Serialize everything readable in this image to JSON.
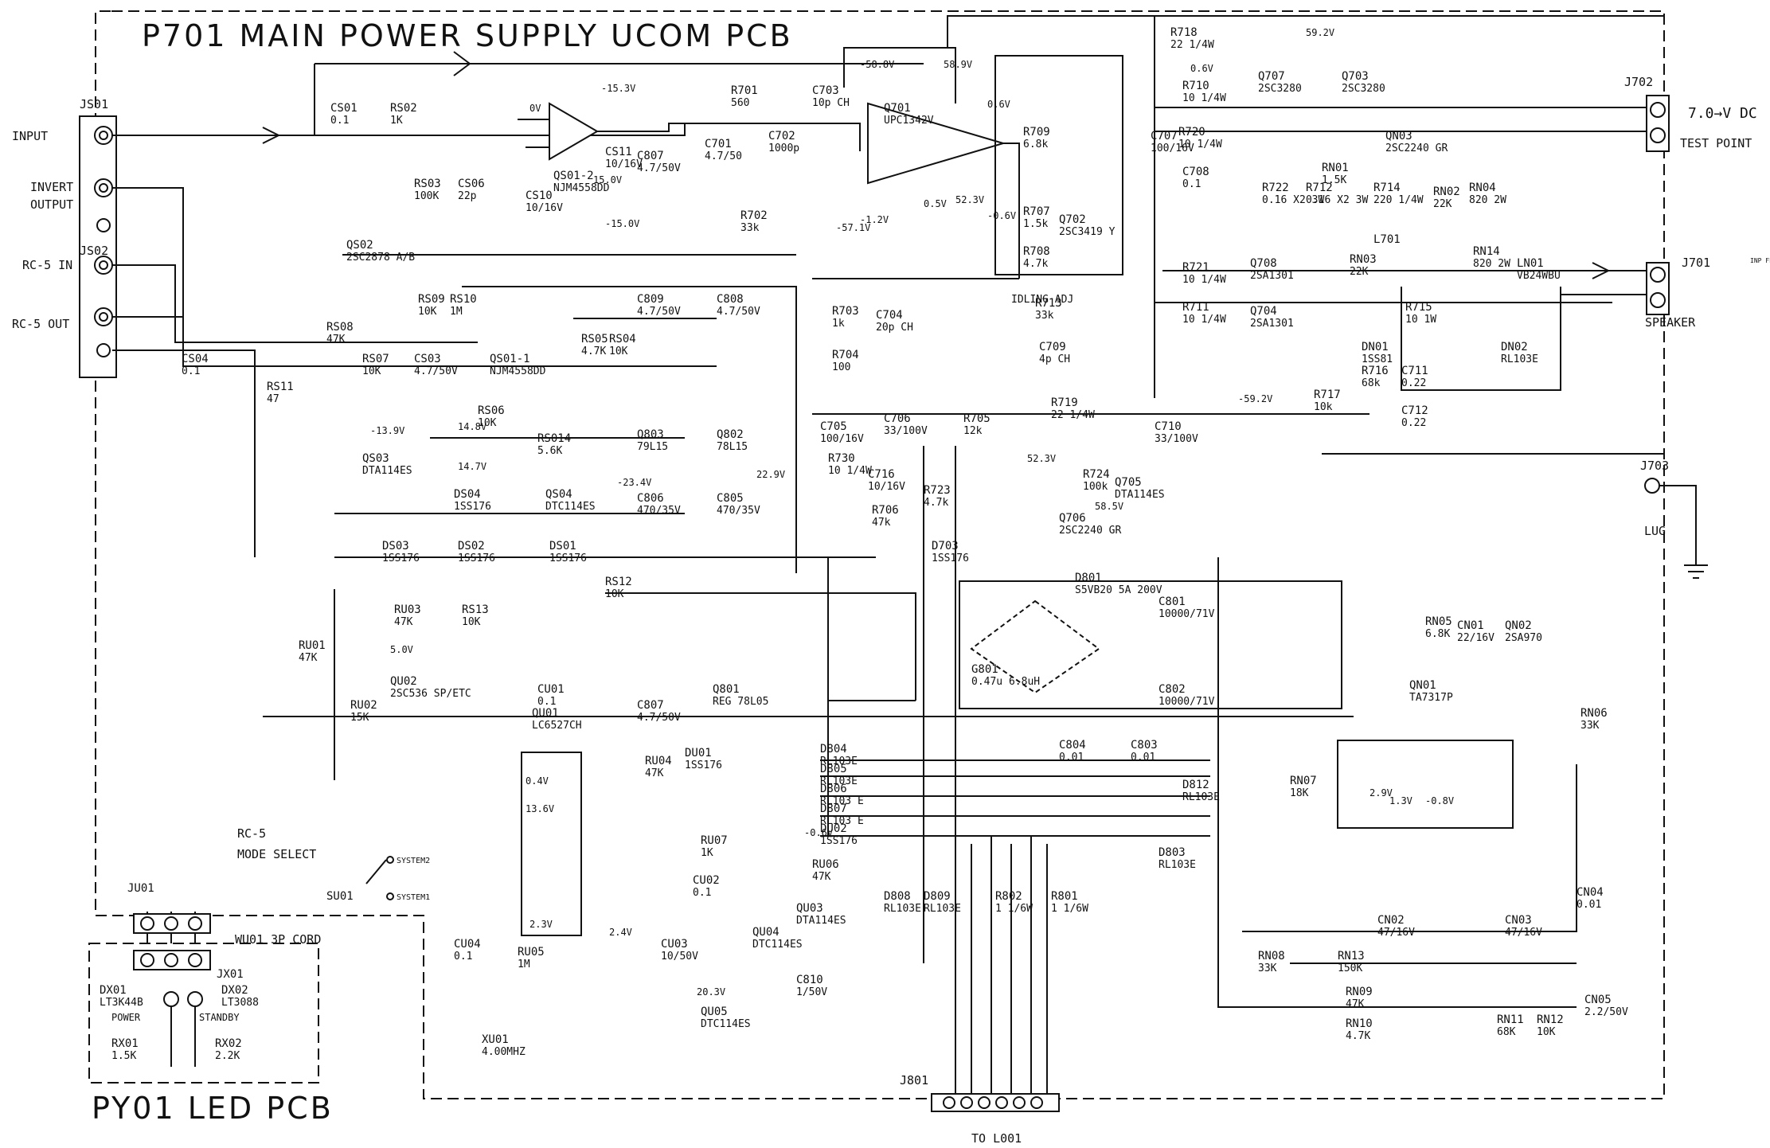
{
  "title_main": "P701 MAIN POWER SUPPLY UCOM PCB",
  "title_led": "PY01 LED PCB",
  "connectors": {
    "js01": "JS01",
    "js02": "JS02",
    "j702": "J702",
    "j701": "J701",
    "j703": "J703",
    "j801": "J801",
    "ju01": "JU01",
    "jx01": "JX01",
    "wu01": "WU01 3P CORD",
    "to_l001": "TO  L001"
  },
  "io_labels": {
    "input": "INPUT",
    "invert": "INVERT",
    "output": "OUTPUT",
    "rc5_in": "RC-5 IN",
    "rc5_out": "RC-5 OUT",
    "dc": "7.0→V DC",
    "test_point": "TEST POINT",
    "speaker": "SPEAKER",
    "lug": "LUG",
    "inp_feed": "INP FEE",
    "rc5": "RC-5",
    "mode_select": "MODE SELECT",
    "system2": "SYSTEM2",
    "system1": "SYSTEM1",
    "idling_adj": "IDLING ADJ"
  },
  "parts": [
    {
      "id": "cs01",
      "ref": "CS01",
      "val": "0.1"
    },
    {
      "id": "rs02",
      "ref": "RS02",
      "val": "1K"
    },
    {
      "id": "rs03",
      "ref": "RS03",
      "val": "100K"
    },
    {
      "id": "cs06",
      "ref": "CS06",
      "val": "22p"
    },
    {
      "id": "qs01_2",
      "ref": "QS01-2",
      "val": "NJM4558DD"
    },
    {
      "id": "cs10",
      "ref": "CS10",
      "val": "10/16V"
    },
    {
      "id": "cs11",
      "ref": "CS11",
      "val": "10/16V"
    },
    {
      "id": "cs07",
      "ref": "C807",
      "val": "4.7/50V"
    },
    {
      "id": "r701",
      "ref": "R701",
      "val": "560"
    },
    {
      "id": "c701",
      "ref": "C701",
      "val": "4.7/50"
    },
    {
      "id": "r702",
      "ref": "R702",
      "val": "33k"
    },
    {
      "id": "c702",
      "ref": "C702",
      "val": "1000p"
    },
    {
      "id": "c703",
      "ref": "C703",
      "val": "10p CH"
    },
    {
      "id": "q701",
      "ref": "Q701",
      "val": "UPC1342V"
    },
    {
      "id": "c704",
      "ref": "C704",
      "val": "20p CH"
    },
    {
      "id": "r703",
      "ref": "R703",
      "val": "1k"
    },
    {
      "id": "r704",
      "ref": "R704",
      "val": "100"
    },
    {
      "id": "r709",
      "ref": "R709",
      "val": "6.8k"
    },
    {
      "id": "r707",
      "ref": "R707",
      "val": "1.5k"
    },
    {
      "id": "r708",
      "ref": "R708",
      "val": "4.7k"
    },
    {
      "id": "q702",
      "ref": "Q702",
      "val": "2SC3419 Y"
    },
    {
      "id": "c707",
      "ref": "C707",
      "val": "100/16V"
    },
    {
      "id": "r718",
      "ref": "R718",
      "val": "22 1/4W"
    },
    {
      "id": "r710",
      "ref": "R710",
      "val": "10 1/4W"
    },
    {
      "id": "r720",
      "ref": "R720",
      "val": "10 1/4W"
    },
    {
      "id": "q707",
      "ref": "Q707",
      "val": "2SC3280"
    },
    {
      "id": "q703",
      "ref": "Q703",
      "val": "2SC3280"
    },
    {
      "id": "c708",
      "ref": "C708",
      "val": "0.1"
    },
    {
      "id": "r721",
      "ref": "R721",
      "val": "10 1/4W"
    },
    {
      "id": "r711",
      "ref": "R711",
      "val": "10 1/4W"
    },
    {
      "id": "q708",
      "ref": "Q708",
      "val": "2SA1301"
    },
    {
      "id": "q704",
      "ref": "Q704",
      "val": "2SA1301"
    },
    {
      "id": "r722",
      "ref": "R722",
      "val": "0.16 X2 3W"
    },
    {
      "id": "r712",
      "ref": "R712",
      "val": "0.16 X2 3W"
    },
    {
      "id": "rn01",
      "ref": "RN01",
      "val": "1.5K"
    },
    {
      "id": "qn03",
      "ref": "QN03",
      "val": "2SC2240 GR"
    },
    {
      "id": "rn03",
      "ref": "RN03",
      "val": "22K"
    },
    {
      "id": "rn02",
      "ref": "RN02",
      "val": "22K"
    },
    {
      "id": "r714",
      "ref": "R714",
      "val": "220 1/4W"
    },
    {
      "id": "l701",
      "ref": "L701",
      "val": ""
    },
    {
      "id": "r715",
      "ref": "R715",
      "val": "10 1W"
    },
    {
      "id": "rn04",
      "ref": "RN04",
      "val": "820 2W"
    },
    {
      "id": "rn14",
      "ref": "RN14",
      "val": "820 2W"
    },
    {
      "id": "ln01",
      "ref": "LN01",
      "val": "VB24WBU"
    },
    {
      "id": "dn02",
      "ref": "DN02",
      "val": "RL103E"
    },
    {
      "id": "dn01",
      "ref": "DN01",
      "val": "1SS81"
    },
    {
      "id": "r716",
      "ref": "R716",
      "val": "68k"
    },
    {
      "id": "c711",
      "ref": "C711",
      "val": "0.22"
    },
    {
      "id": "c712",
      "ref": "C712",
      "val": "0.22"
    },
    {
      "id": "r713",
      "ref": "R713",
      "val": "33k"
    },
    {
      "id": "c709",
      "ref": "C709",
      "val": "4p CH"
    },
    {
      "id": "c705",
      "ref": "C705",
      "val": "100/16V"
    },
    {
      "id": "c706",
      "ref": "C706",
      "val": "33/100V"
    },
    {
      "id": "r705",
      "ref": "R705",
      "val": "12k"
    },
    {
      "id": "r719",
      "ref": "R719",
      "val": "22 1/4W"
    },
    {
      "id": "c710",
      "ref": "C710",
      "val": "33/100V"
    },
    {
      "id": "r717",
      "ref": "R717",
      "val": "10k"
    },
    {
      "id": "qs02",
      "ref": "QS02",
      "val": "2SC2878 A/B"
    },
    {
      "id": "rs09",
      "ref": "RS09",
      "val": "10K"
    },
    {
      "id": "rs08",
      "ref": "RS08",
      "val": "47K"
    },
    {
      "id": "rs10",
      "ref": "RS10",
      "val": "1M"
    },
    {
      "id": "rs07",
      "ref": "RS07",
      "val": "10K"
    },
    {
      "id": "cs03",
      "ref": "CS03",
      "val": "4.7/50V"
    },
    {
      "id": "qs01_1",
      "ref": "QS01-1",
      "val": "NJM4558DD"
    },
    {
      "id": "rs06",
      "ref": "RS06",
      "val": "10K"
    },
    {
      "id": "rs014",
      "ref": "RS014",
      "val": "5.6K"
    },
    {
      "id": "rs05",
      "ref": "RS05",
      "val": "4.7K"
    },
    {
      "id": "rs04",
      "ref": "RS04",
      "val": "10K"
    },
    {
      "id": "c809",
      "ref": "C809",
      "val": "4.7/50V"
    },
    {
      "id": "c808",
      "ref": "C808",
      "val": "4.7/50V"
    },
    {
      "id": "q803",
      "ref": "Q803",
      "val": "79L15"
    },
    {
      "id": "q802",
      "ref": "Q802",
      "val": "78L15"
    },
    {
      "id": "c806",
      "ref": "C806",
      "val": "470/35V"
    },
    {
      "id": "c805",
      "ref": "C805",
      "val": "470/35V"
    },
    {
      "id": "cs04",
      "ref": "CS04",
      "val": "0.1"
    },
    {
      "id": "rs11",
      "ref": "RS11",
      "val": "47"
    },
    {
      "id": "qs03",
      "ref": "QS03",
      "val": "DTA114ES"
    },
    {
      "id": "ds04",
      "ref": "DS04",
      "val": "1SS176"
    },
    {
      "id": "qs04",
      "ref": "QS04",
      "val": "DTC114ES"
    },
    {
      "id": "ds03",
      "ref": "DS03",
      "val": "1SS176"
    },
    {
      "id": "ds02",
      "ref": "DS02",
      "val": "1SS176"
    },
    {
      "id": "ds01",
      "ref": "DS01",
      "val": "1SS176"
    },
    {
      "id": "rs12",
      "ref": "RS12",
      "val": "10K"
    },
    {
      "id": "r730",
      "ref": "R730",
      "val": "10 1/4W"
    },
    {
      "id": "c716",
      "ref": "C716",
      "val": "10/16V"
    },
    {
      "id": "r723",
      "ref": "R723",
      "val": "4.7k"
    },
    {
      "id": "r724",
      "ref": "R724",
      "val": "100k"
    },
    {
      "id": "q705",
      "ref": "Q705",
      "val": "DTA114ES"
    },
    {
      "id": "q706",
      "ref": "Q706",
      "val": "2SC2240 GR"
    },
    {
      "id": "r706",
      "ref": "R706",
      "val": "47k"
    },
    {
      "id": "d703",
      "ref": "D703",
      "val": "1SS176"
    },
    {
      "id": "d801",
      "ref": "D801",
      "val": "S5VB20 5A 200V"
    },
    {
      "id": "c801",
      "ref": "C801",
      "val": "10000/71V"
    },
    {
      "id": "c802",
      "ref": "C802",
      "val": "10000/71V"
    },
    {
      "id": "g801",
      "ref": "G801",
      "val": "0.47u 6.8uH"
    },
    {
      "id": "rn05",
      "ref": "RN05",
      "val": "6.8K"
    },
    {
      "id": "cn01",
      "ref": "CN01",
      "val": "22/16V"
    },
    {
      "id": "qn02",
      "ref": "QN02",
      "val": "2SA970"
    },
    {
      "id": "rn06",
      "ref": "RN06",
      "val": "33K"
    },
    {
      "id": "qn01",
      "ref": "QN01",
      "val": "TA7317P"
    },
    {
      "id": "ru03",
      "ref": "RU03",
      "val": "47K"
    },
    {
      "id": "rs13",
      "ref": "RS13",
      "val": "10K"
    },
    {
      "id": "ru01",
      "ref": "RU01",
      "val": "47K"
    },
    {
      "id": "qu02",
      "ref": "QU02",
      "val": "2SC536 SP/ETC"
    },
    {
      "id": "ru02",
      "ref": "RU02",
      "val": "15K"
    },
    {
      "id": "cu01",
      "ref": "CU01",
      "val": "0.1"
    },
    {
      "id": "q801",
      "ref": "Q801",
      "val": "REG 78L05"
    },
    {
      "id": "c807b",
      "ref": "C807",
      "val": "4.7/50V"
    },
    {
      "id": "qu01",
      "ref": "QU01",
      "val": "LC6527CH"
    },
    {
      "id": "ru04",
      "ref": "RU04",
      "val": "47K"
    },
    {
      "id": "du01",
      "ref": "DU01",
      "val": "1SS176"
    },
    {
      "id": "ru07",
      "ref": "RU07",
      "val": "1K"
    },
    {
      "id": "cu02",
      "ref": "CU02",
      "val": "0.1"
    },
    {
      "id": "qu03",
      "ref": "QU03",
      "val": "DTA114ES"
    },
    {
      "id": "ru06",
      "ref": "RU06",
      "val": "47K"
    },
    {
      "id": "qu04",
      "ref": "QU04",
      "val": "DTC114ES"
    },
    {
      "id": "qu05",
      "ref": "QU05",
      "val": "DTC114ES"
    },
    {
      "id": "cu03",
      "ref": "CU03",
      "val": "10/50V"
    },
    {
      "id": "ru05",
      "ref": "RU05",
      "val": "1M"
    },
    {
      "id": "cu04",
      "ref": "CU04",
      "val": "0.1"
    },
    {
      "id": "xu01",
      "ref": "XU01",
      "val": "4.00MHZ"
    },
    {
      "id": "c810",
      "ref": "C810",
      "val": "1/50V"
    },
    {
      "id": "d804",
      "ref": "D804",
      "val": "RL103E"
    },
    {
      "id": "d805",
      "ref": "D805",
      "val": "RL103E"
    },
    {
      "id": "d806",
      "ref": "D806",
      "val": "RL103 E"
    },
    {
      "id": "d807",
      "ref": "D807",
      "val": "RL103 E"
    },
    {
      "id": "du02",
      "ref": "DU02",
      "val": "1SS176"
    },
    {
      "id": "d808",
      "ref": "D808",
      "val": "RL103E"
    },
    {
      "id": "d809",
      "ref": "D809",
      "val": "RL103E"
    },
    {
      "id": "r802",
      "ref": "R802",
      "val": "1 1/6W"
    },
    {
      "id": "r801",
      "ref": "R801",
      "val": "1 1/6W"
    },
    {
      "id": "c804",
      "ref": "C804",
      "val": "0.01"
    },
    {
      "id": "c803",
      "ref": "C803",
      "val": "0.01"
    },
    {
      "id": "d812",
      "ref": "D812",
      "val": "RL103E"
    },
    {
      "id": "d803",
      "ref": "D803",
      "val": "RL103E"
    },
    {
      "id": "rn07",
      "ref": "RN07",
      "val": "18K"
    },
    {
      "id": "rn08",
      "ref": "RN08",
      "val": "33K"
    },
    {
      "id": "rn13",
      "ref": "RN13",
      "val": "150K"
    },
    {
      "id": "cn02",
      "ref": "CN02",
      "val": "47/16V"
    },
    {
      "id": "cn03",
      "ref": "CN03",
      "val": "47/16V"
    },
    {
      "id": "cn04",
      "ref": "CN04",
      "val": "0.01"
    },
    {
      "id": "rn09",
      "ref": "RN09",
      "val": "47K"
    },
    {
      "id": "rn10",
      "ref": "RN10",
      "val": "4.7K"
    },
    {
      "id": "rn11",
      "ref": "RN11",
      "val": "68K"
    },
    {
      "id": "rn12",
      "ref": "RN12",
      "val": "10K"
    },
    {
      "id": "cn05",
      "ref": "CN05",
      "val": "2.2/50V"
    },
    {
      "id": "dx01",
      "ref": "DX01",
      "val": "LT3K44B"
    },
    {
      "id": "dx02",
      "ref": "DX02",
      "val": "LT3088"
    },
    {
      "id": "rx01",
      "ref": "RX01",
      "val": "1.5K"
    },
    {
      "id": "rx02",
      "ref": "RX02",
      "val": "2.2K"
    }
  ],
  "misc_labels": {
    "power": "POWER",
    "standby": "STANDBY",
    "su01": "SU01"
  },
  "voltages": [
    "-58.8V",
    "58.9V",
    "59.2V",
    "0.6V",
    "-15.3V",
    "0V",
    "15.0V",
    "-15.0V",
    "-57.1V",
    "-1.2V",
    "0.5V",
    "52.3V",
    "-0.6V",
    "0.6V",
    "-59.2V",
    "-13.9V",
    "14.8V",
    "14.7V",
    "-23.4V",
    "22.9V",
    "52.3V",
    "58.5V",
    "5.0V",
    "0.4V",
    "13.6V",
    "2.3V",
    "2.4V",
    "20.3V",
    "-0.6V",
    "2.9V",
    "1.3V",
    "-0.8V"
  ],
  "colors": {
    "ink": "#111111",
    "paper": "#ffffff"
  }
}
